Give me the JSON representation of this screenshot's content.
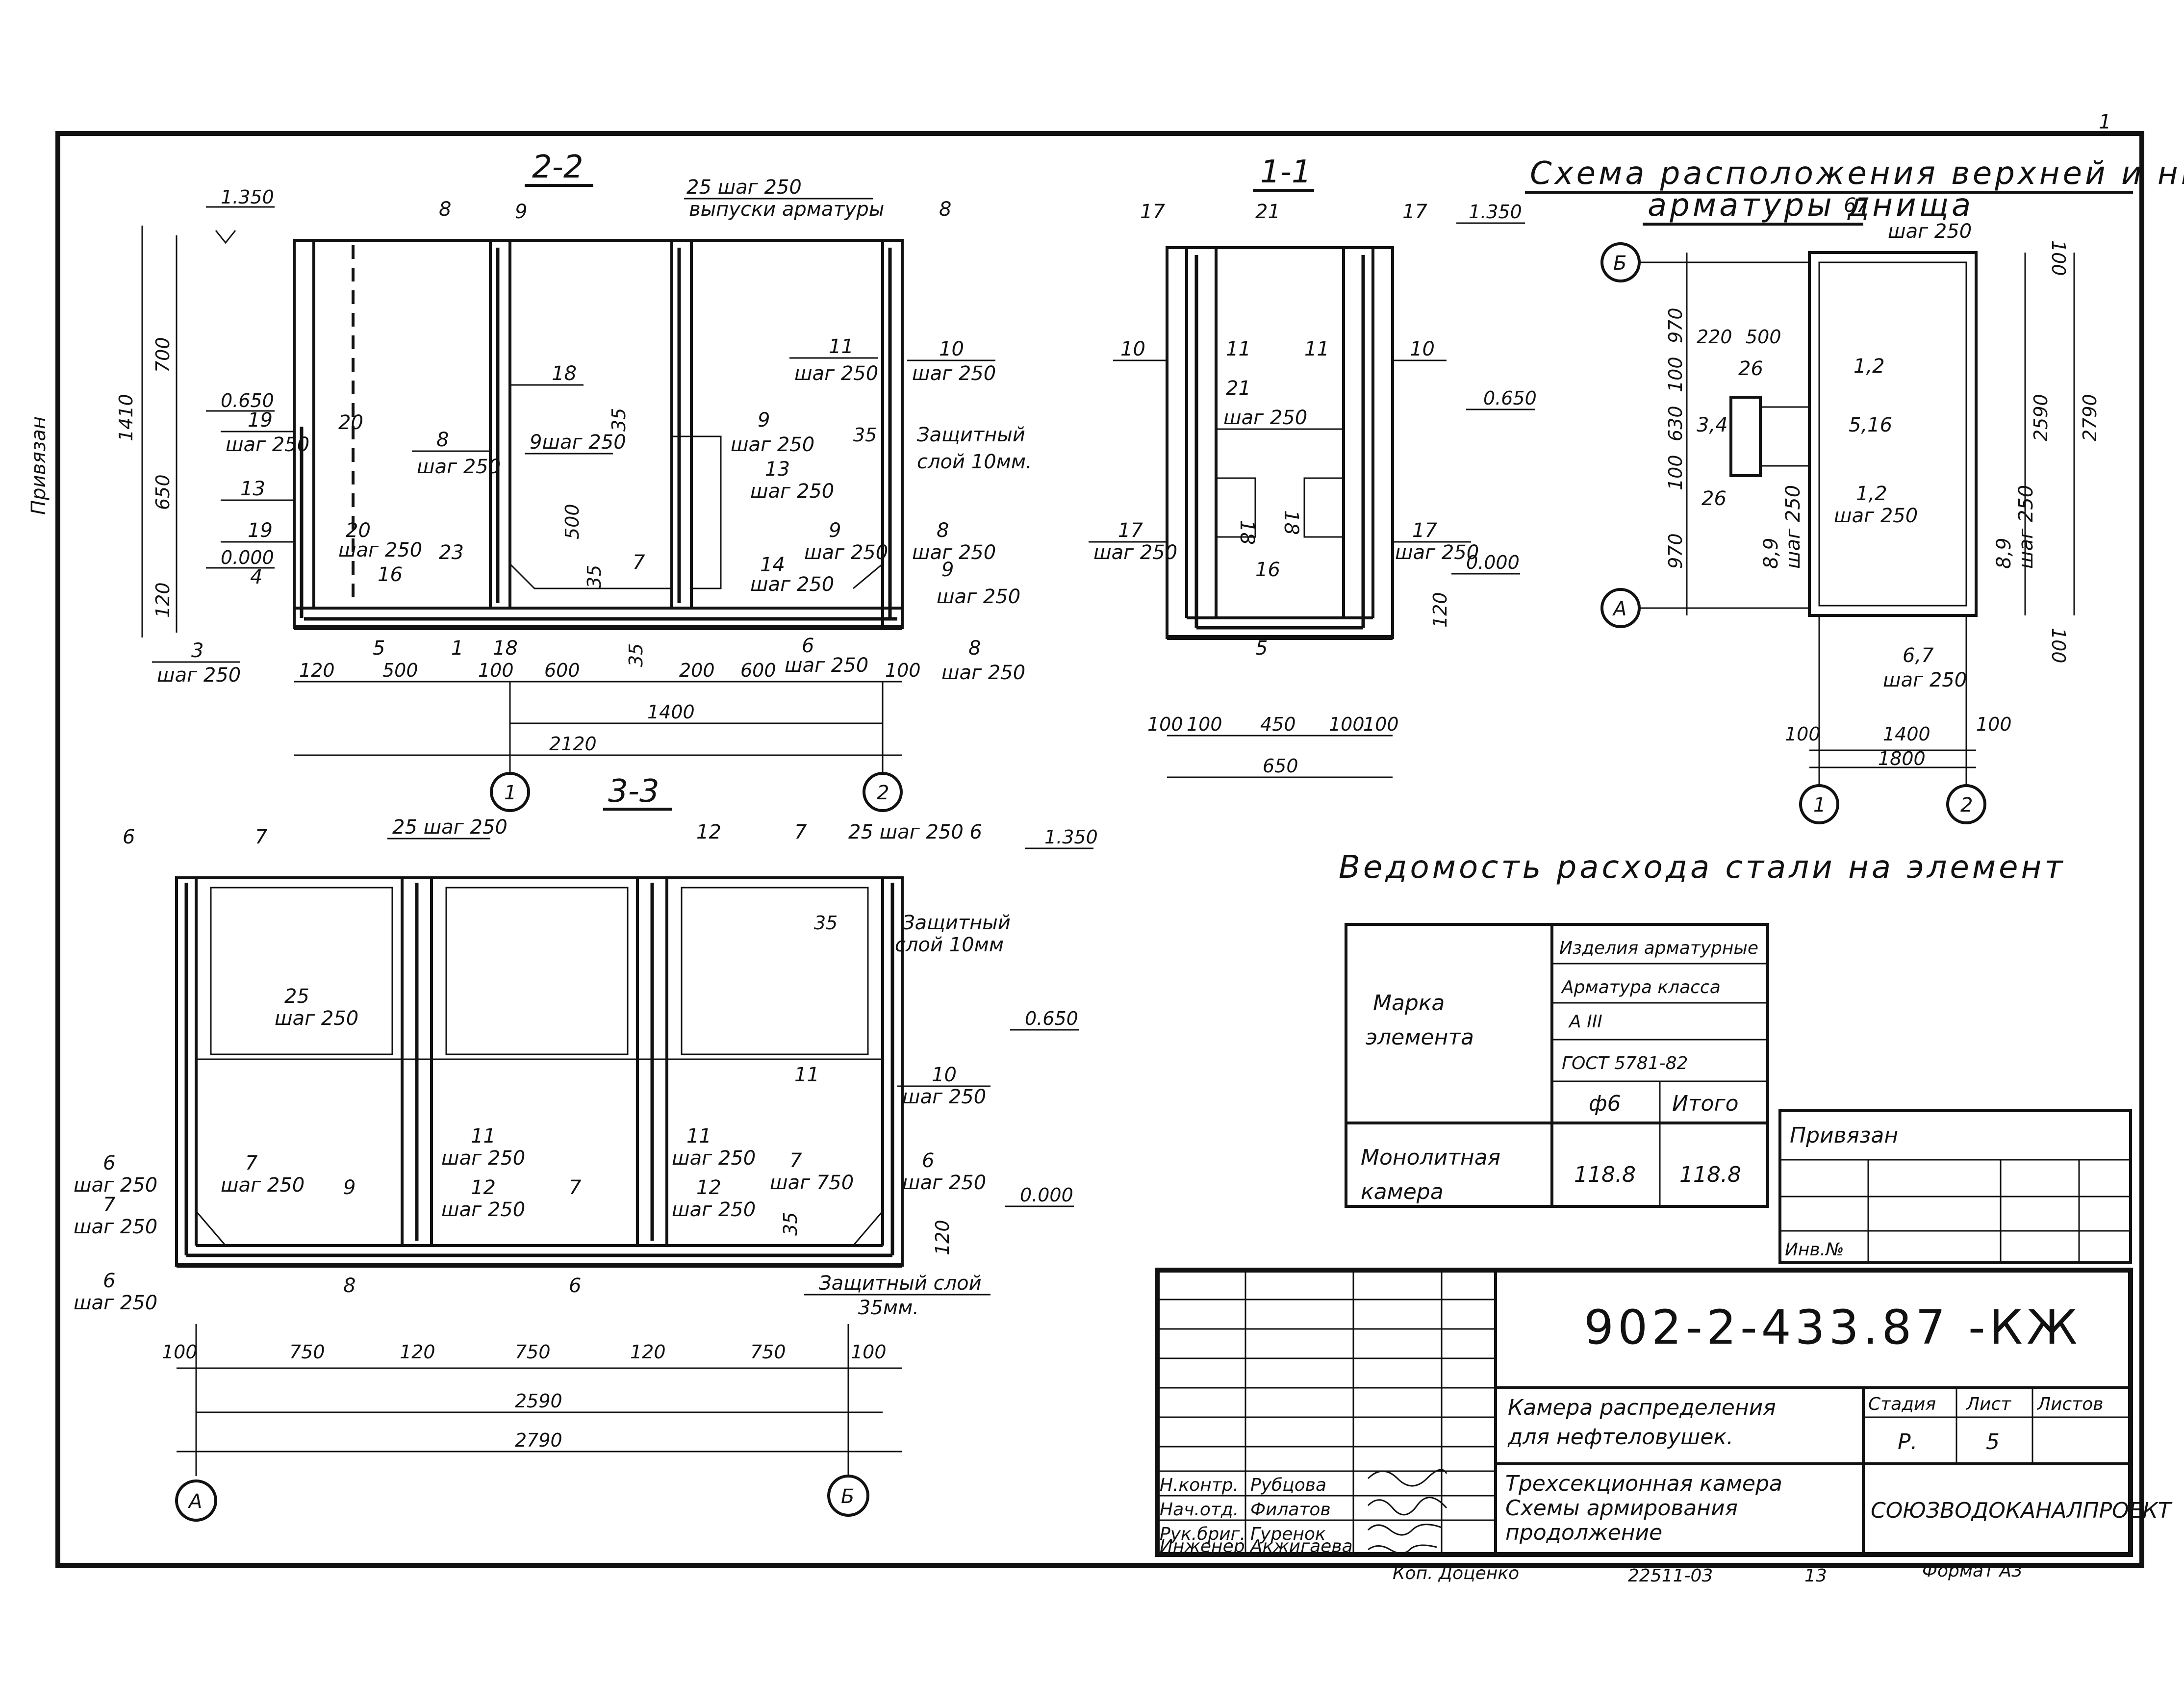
{
  "sections": {
    "s22": "2-2",
    "s11": "1-1",
    "s33": "3-3"
  },
  "scheme": {
    "title_line1": "Схема расположения верхней и нижней",
    "title_line2": "арматуры днища",
    "num": "67",
    "step": "шаг 250",
    "axisB": "Б",
    "axisA": "А",
    "axis1": "1",
    "axis2": "2",
    "d100a": "100",
    "d970a": "970",
    "d220": "220",
    "d500": "500",
    "d100b": "100",
    "d630": "630",
    "d100c": "100",
    "d970b": "970",
    "d2590": "2590",
    "d2790": "2790",
    "d100d": "100",
    "m26a": "26",
    "m34": "3,4",
    "m26b": "26",
    "m12a": "1,2",
    "m516": "5,16",
    "m12b": "1,2",
    "m12b_step": "шаг 250",
    "m89a": "8,9",
    "m89a_step": "шаг 250",
    "m89b": "8,9",
    "m89b_step": "шаг 250",
    "m67": "6,7",
    "m67_step": "шаг 250",
    "b100a": "100",
    "b1400": "1400",
    "b100b": "100",
    "b1800": "1800"
  },
  "s22": {
    "el1350": "1.350",
    "el0650": "0.650",
    "el0000": "0.000",
    "d1410": "1410",
    "d700": "700",
    "d650": "650",
    "d120": "120",
    "m8a": "8",
    "m9a": "9",
    "m25": "25 шаг 250",
    "m25b": "выпуски арматуры",
    "m8b": "8",
    "m19a": "19",
    "m19a_step": "шаг 250",
    "m20a": "20",
    "m18": "18",
    "m8c": "8",
    "m8c_step": "шаг 250",
    "m9step": "9шаг 250",
    "m35a": "35",
    "m9b": "9",
    "m9b_step": "шаг 250",
    "m13": "13",
    "m13_step": "шаг 250",
    "m11": "11",
    "m11_step": "шаг 250",
    "m10": "10",
    "m10_step": "шаг 250",
    "m35b": "35",
    "prot1": "Защитный",
    "prot2": "слой 10мм.",
    "m13b": "13",
    "m19b": "19",
    "m20b": "20",
    "m20b_step": "шаг 250",
    "m16": "16",
    "m23": "23",
    "d500v": "500",
    "d35v": "35",
    "m7": "7",
    "m14": "14",
    "m14_step": "шаг 250",
    "m9c": "9",
    "m9c_step": "шаг 250",
    "m8d": "8",
    "m8d_step": "шаг 250",
    "m9d": "9",
    "m9d_step": "шаг 250",
    "m4": "4",
    "m3": "3",
    "m3_step": "шаг 250",
    "m5": "5",
    "m1": "1",
    "m18b": "18",
    "d35h": "35",
    "m6": "6",
    "m6_step": "шаг 250",
    "m8e": "8",
    "m8e_step": "шаг 250",
    "b120": "120",
    "b500": "500",
    "b100a": "100",
    "b600a": "600",
    "b200": "200",
    "b600b": "600",
    "b100b": "100",
    "b1400": "1400",
    "b2120": "2120",
    "axis1": "1",
    "axis2": "2"
  },
  "s11": {
    "m17a": "17",
    "m21a": "21",
    "m17b": "17",
    "el1350": "1.350",
    "m10a": "10",
    "m11a": "11",
    "m11b": "11",
    "m10b": "10",
    "m21b": "21",
    "m21b_step": "шаг 250",
    "el0650": "0.650",
    "m18a": "18",
    "m18b": "18",
    "m17c": "17",
    "m17c_step": "шаг 250",
    "m17d": "17",
    "m17d_step": "шаг 250",
    "el0000": "0.000",
    "m16": "16",
    "d120": "120",
    "m5": "5",
    "b100a": "100",
    "b100b": "100",
    "b450": "450",
    "b100c": "100",
    "b100d": "100",
    "b650": "650"
  },
  "s33": {
    "m6a": "6",
    "m7a": "7",
    "m25a": "25 шаг 250",
    "m12a": "12",
    "m7b": "7",
    "m25b": "25 шаг 250 6",
    "el1350": "1.350",
    "m35a": "35",
    "prot1": "Защитный",
    "prot2": "слой 10мм",
    "m25c": "25",
    "m25c_step": "шаг 250",
    "el0650": "0.650",
    "m11a": "11",
    "m10": "10",
    "m10_step": "шаг 250",
    "m6b": "6",
    "m6b_step": "шаг 250",
    "m7c": "7",
    "m7c_step": "шаг 250",
    "m11b": "11",
    "m11b_step": "шаг 250",
    "m11c": "11",
    "m11c_step": "шаг 250",
    "m7d": "7",
    "m7d_step": "шаг 750",
    "m6c": "6",
    "m6c_step": "шаг 250",
    "el0000": "0.000",
    "m7e": "7",
    "m7e_step": "шаг 250",
    "m9": "9",
    "m12b": "12",
    "m12b_step": "шаг 250",
    "m7f": "7",
    "m12c": "12",
    "m12c_step": "шаг 250",
    "m35b": "35",
    "d120": "120",
    "m6d": "6",
    "m6d_step": "шаг 250",
    "m8": "8",
    "m6e": "6",
    "prot3": "Защитный слой",
    "prot4": "35мм.",
    "b100a": "100",
    "b750a": "750",
    "b120a": "120",
    "b750b": "750",
    "b120b": "120",
    "b750c": "750",
    "b100b": "100",
    "b2590": "2590",
    "b2790": "2790",
    "axisA": "А",
    "axisB": "Б"
  },
  "steel": {
    "title": "Ведомость расхода стали на элемент",
    "col_mark1": "Марка",
    "col_mark2": "элемента",
    "h1": "Изделия арматурные",
    "h2": "Арматура класса",
    "h3": "А III",
    "h4": "ГОСТ 5781-82",
    "h5": "ф6",
    "h6": "Итого",
    "row1a": "Монолитная",
    "row1b": "камера",
    "v1": "118.8",
    "v2": "118.8"
  },
  "stamp": {
    "privyazan": "Привязан",
    "inv": "Инв.№",
    "code": "902-2-433.87 -КЖ",
    "name1": "Камера распределения",
    "name2": "для нефтеловушек.",
    "stage_h": "Стадия",
    "sheet_h": "Лист",
    "sheets_h": "Листов",
    "stage": "Р.",
    "sheet": "5",
    "desc1": "Трехсекционная камера",
    "desc2": "Схемы армирования",
    "desc3": "продолжение",
    "org": "СОЮЗВОДОКАНАЛПРОЕКТ",
    "r1a": "Н.контр.",
    "r1b": "Рубцова",
    "r2a": "Нач.отд.",
    "r2b": "Филатов",
    "r3a": "Рук.бриг.",
    "r3b": "Гуренок",
    "r4a": "Инженер",
    "r4b": "Акжигаева",
    "copy": "Коп. Доценко",
    "num": "22511-03",
    "num2": "13",
    "format": "Формат А3"
  },
  "margin": {
    "side": "Привязан",
    "corner": "1"
  }
}
